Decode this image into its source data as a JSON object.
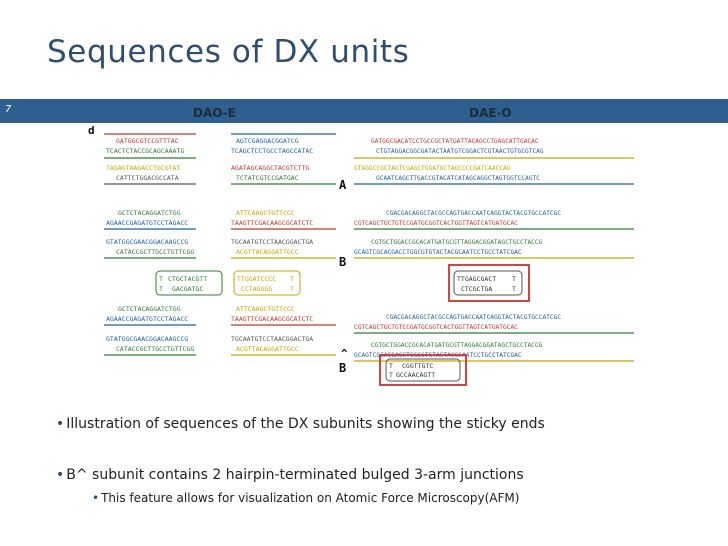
{
  "slide": {
    "title": "Sequences of DX units",
    "number": "7"
  },
  "columns": {
    "left": "DAO-E",
    "right": "DAE-O"
  },
  "figure": {
    "panel_letter": "d",
    "labels": {
      "a": "A",
      "b": "B",
      "b_hat": "^",
      "b2": "B"
    },
    "left_blocks": [
      {
        "lines": [
          "GATGGCGTCCGTTTAC",
          "TCACTCTACCGCAGCAAATG",
          "TAGAGTAAGACCTGCGTAT",
          "CATTCTGGACGCCATA"
        ]
      },
      {
        "lines": [
          "AGTCGAGGACGGATCG",
          "TCAGCTCCTGCCTAGCCATAC",
          "AGATAGCAGGCTACGTCTTG",
          "TCTATCGTCCGATGAC"
        ]
      },
      {
        "lines": [
          "GCTCTACAGGATCTGG",
          "AGAACCGAGATGTCCTAGACC",
          "GTATGGCGAACGGACAAGCCG",
          "CATACCGCTTGCCTGTTCGG"
        ]
      },
      {
        "lines": [
          "ATTCAAGCTGTTCCC",
          "TAAGTTCGACAAGCGCATCTC",
          "TGCAATGTCCTAACGGACTGA",
          "ACGTTACAGGATTGCC"
        ]
      },
      {
        "lines": [
          "CTGCTACGTT",
          "GACGATGC"
        ]
      },
      {
        "lines": [
          "TTGGATCCCC",
          "CCTAGGGG"
        ]
      },
      {
        "lines": [
          "GCTCTACAGGATCTGG",
          "AGAACCGAGATGTCCTAGACC",
          "GTATGGCGAACGGACAAGCCG",
          "CATACCGCTTGCCTGTTCGG"
        ]
      },
      {
        "lines": [
          "ATTCAAGCTGTTCCC",
          "TAAGTTCGACAAGCGCATCTC",
          "TGCAATGTCCTAACGGACTGA",
          "ACGTTACAGGATTGCC"
        ]
      }
    ],
    "right_blocks": [
      {
        "lines": [
          "GATGGCGACATCCTGCCGCTATGATTACAGCCTGAGCATTGACAC",
          "CTGTAGGACGGCGATACTAATGTCGGACTCGTAACTGTGCGTCAG",
          "GTAGGCCGCTAGTCGAGCTGGATGCTAGCCCCGATCAACCAG",
          "GCAATCAGCTTGACCGTACATCATAGCAGGCTAGTGGTCCAGTC"
        ]
      },
      {
        "lines": [
          "CGACGACAGGCTACGCCAGTGACCAATCAGGTACTACGTGCCATCGC",
          "CGTCAGCTGCTGTCCGATGCGGTCACTGGTTAGTCATGATGCAC",
          "CGTGCTGGACCGCACATGATGCGTTAGGACGGATAGCTGCCTACCG",
          "GCAGTCGCACGACCTGGCGTGTACTACGCAATCCTGCCTATCGAC"
        ]
      },
      {
        "lines": [
          "TTGAGCGACT",
          "CTCGCTGA"
        ]
      },
      {
        "lines": [
          "CGACGACAGGCTACGCCAGTGACCAATCAGGTACTACGTGCCATCGC",
          "CGTCAGCTGCTGTCCGATGCGGTCACTGGTTAGTCATGATGCAC",
          "CGTGCTGGACCGCACATGATGCGTTAGGACGGATAGCTGCCTACCG",
          "GCAGTCGCACGACCTGGCGTGTACTACGCAATCCTGCCTATCGAC"
        ]
      },
      {
        "lines": [
          "CGGTTGTC",
          "GCCAACAGTT"
        ]
      }
    ],
    "colors": {
      "red": "#c0392b",
      "green": "#2e7d32",
      "blue": "#1f5fa8",
      "yellow": "#c9a400",
      "grey": "#555555",
      "highlight_box": "#d0312d"
    }
  },
  "bullets": [
    "Illustration of sequences of the DX subunits showing the sticky ends",
    "B^ subunit contains 2 hairpin-terminated bulged 3-arm junctions",
    "This feature allows for visualization on Atomic Force Microscopy(AFM)"
  ]
}
